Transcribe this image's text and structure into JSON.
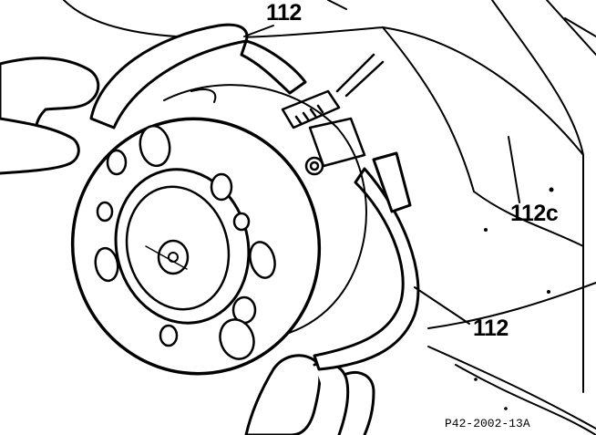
{
  "figure": {
    "callouts": {
      "top": "112",
      "right": "112c",
      "bottom": "112"
    },
    "figure_code": "P42-2002-13A"
  }
}
